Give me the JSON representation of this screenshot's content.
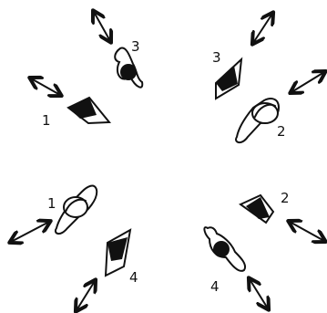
{
  "figure": {
    "colors": {
      "ink": "#111111",
      "background": "#ffffff"
    },
    "labels": {
      "top_left_1": "1",
      "top_left_3": "3",
      "top_right_3": "3",
      "top_right_2": "2",
      "bottom_left_1": "1",
      "bottom_left_4": "4",
      "bottom_right_2": "2",
      "bottom_right_4": "4"
    }
  }
}
